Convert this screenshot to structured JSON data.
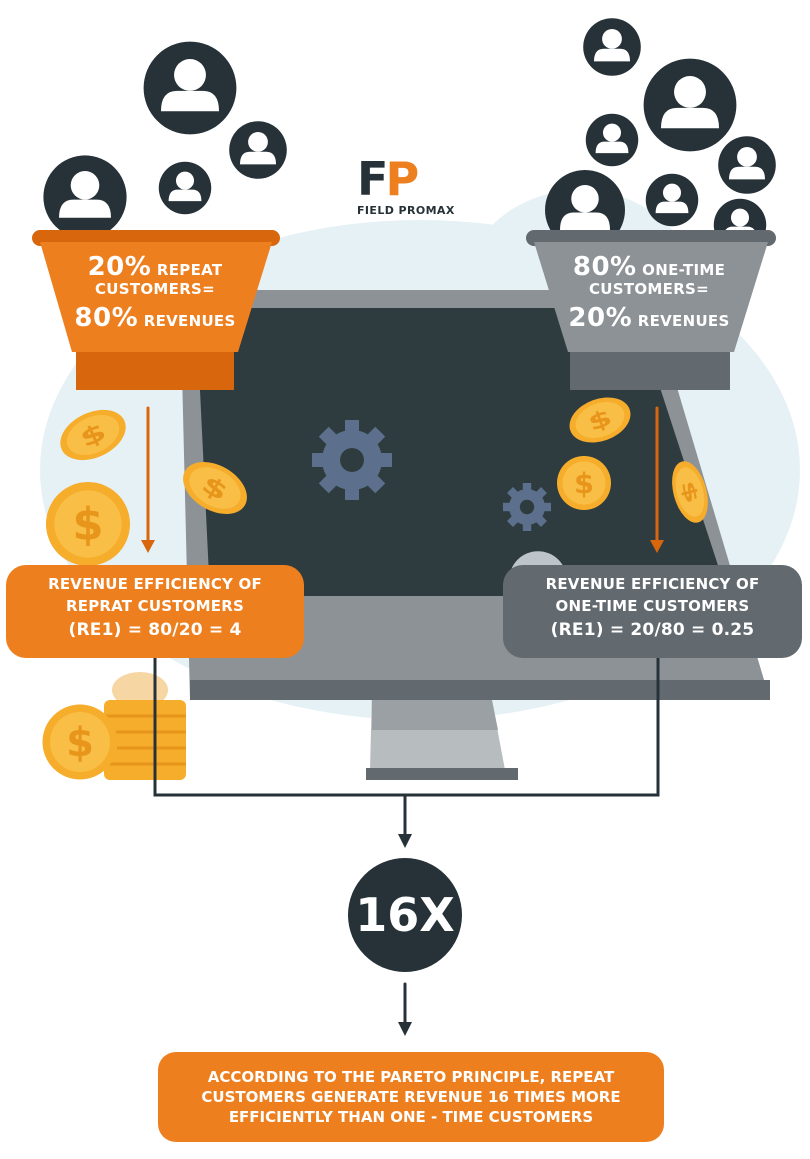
{
  "logo": {
    "letters": [
      "F",
      "P"
    ],
    "name": "FIELD PROMAX"
  },
  "repeat_funnel": {
    "percent_top": "20%",
    "label_top": "REPEAT",
    "label_mid": "CUSTOMERS=",
    "percent_bottom": "80%",
    "label_bottom": "REVENUES"
  },
  "onetime_funnel": {
    "percent_top": "80%",
    "label_top": "ONE-TIME",
    "label_mid": "CUSTOMERS=",
    "percent_bottom": "20%",
    "label_bottom": "REVENUES"
  },
  "repeat_efficiency": {
    "line1": "REVENUE EFFICIENCY OF",
    "line2": "REPRAT CUSTOMERS",
    "line3": "(RE1) = 80/20 = 4"
  },
  "onetime_efficiency": {
    "line1": "REVENUE EFFICIENCY OF",
    "line2": "ONE-TIME CUSTOMERS",
    "line3": "(RE1) = 20/80 = 0.25"
  },
  "result": "16X",
  "conclusion": {
    "line1": "ACCORDING TO THE PARETO PRINCIPLE, REPEAT",
    "line2": "CUSTOMERS GENERATE REVENUE 16 TIMES MORE",
    "line3": "EFFICIENTLY THAN ONE - TIME CUSTOMERS"
  },
  "icons": [
    "user-icon",
    "gear-icon",
    "dollar-coin-icon",
    "arrow-down-icon"
  ],
  "colors": {
    "orange": "#ee7f1f",
    "orange_dark": "#d8660c",
    "dark": "#263238",
    "grey": "#8c9295",
    "grey_dark": "#626a6f",
    "screen": "#2f3c3f",
    "gear": "#5c6f8c",
    "coin": "#f6ad2b",
    "bg_blob": "#e6f1f6"
  }
}
